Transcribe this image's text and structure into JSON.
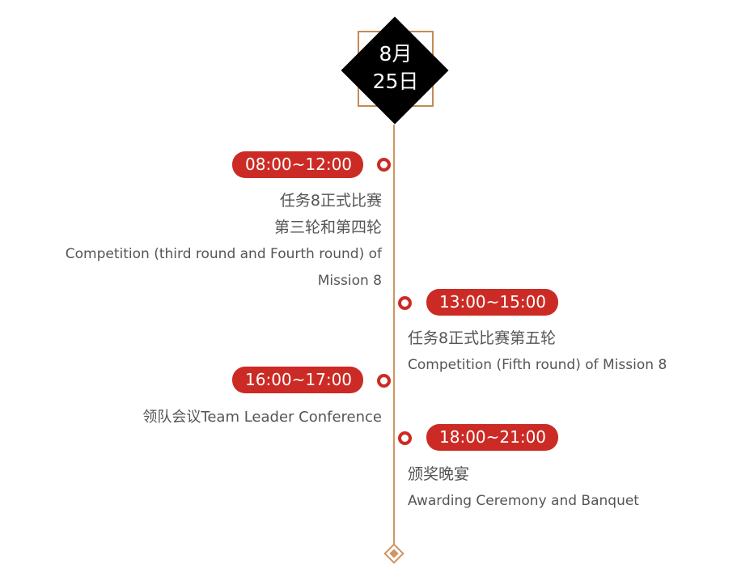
{
  "header": {
    "month": "8月",
    "day": "25日"
  },
  "colors": {
    "accent_red": "#cc2b25",
    "line_tan": "#cf9563",
    "diamond_black": "#000000",
    "text_gray": "#555555"
  },
  "events": [
    {
      "side": "left",
      "time": "08:00~12:00",
      "title_cn_lines": [
        "任务8正式比赛",
        "第三轮和第四轮"
      ],
      "title_en_lines": [
        "Competition (third round and Fourth round) of",
        "Mission 8"
      ]
    },
    {
      "side": "right",
      "time": "13:00~15:00",
      "title_cn_lines": [
        "任务8正式比赛第五轮"
      ],
      "title_en_lines": [
        "Competition (Fifth round) of Mission 8"
      ]
    },
    {
      "side": "left",
      "time": "16:00~17:00",
      "title_cn_lines": [
        "领队会议Team Leader Conference"
      ],
      "title_en_lines": []
    },
    {
      "side": "right",
      "time": "18:00~21:00",
      "title_cn_lines": [
        "颁奖晚宴"
      ],
      "title_en_lines": [
        "Awarding Ceremony and Banquet"
      ]
    }
  ],
  "icons": {
    "header": "diamond-date-icon",
    "event_marker": "ring-dot-icon",
    "end_marker": "diamond-end-icon"
  }
}
